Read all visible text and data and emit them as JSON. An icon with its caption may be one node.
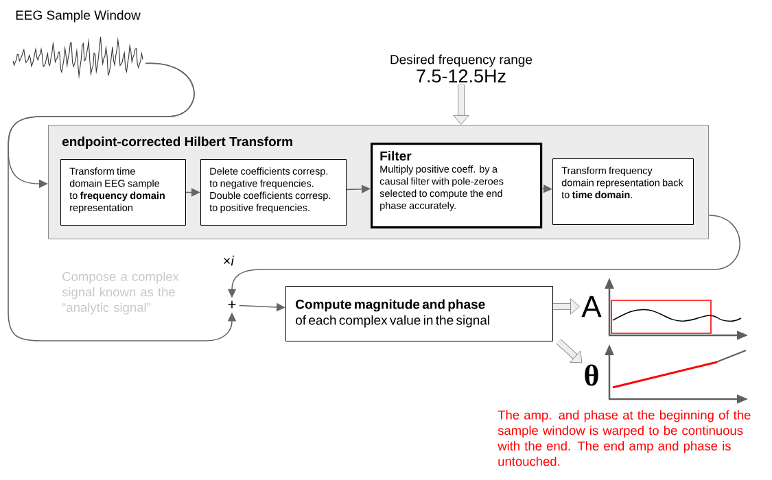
{
  "diagram": {
    "nodes": [
      {
        "text": [
          "EEG Sample Window"
        ]
      },
      {
        "text": [
          "Desired frequency range",
          "7.5-12.5Hz"
        ]
      },
      {
        "text": [
          "endpoint-corrected Hilbert Transform"
        ]
      },
      {
        "text": [
          "Transform time domain EEG sample to **frequency domain** representation"
        ],
        "in": 2
      },
      {
        "text": [
          "Delete coefficients corresp. to negative frequencies. Double coefficients corresp. to positive frequencies."
        ],
        "in": 2
      },
      {
        "text": [
          "Filter",
          "Multiply positive coeff. by a causal filter with pole-zeroes selected to compute the end phase accurately."
        ],
        "in": 2
      },
      {
        "text": [
          "Transform frequency domain representation back to **time domain**."
        ],
        "in": 2
      },
      {
        "text": [
          "+"
        ]
      },
      {
        "text": [
          "Compute magnitude and phase",
          "of each complex value in the signal"
        ]
      },
      {
        "text": [
          "A"
        ]
      },
      {
        "text": [
          "θ"
        ]
      }
    ],
    "edges": [
      {
        "from": 0,
        "to": 2,
        "arrow": "to"
      },
      {
        "from": 0,
        "to": 7,
        "arrow": "to"
      },
      {
        "from": 1,
        "to": 2,
        "arrow": "to",
        "style": "thick"
      },
      {
        "from": 3,
        "to": 4,
        "arrow": "to"
      },
      {
        "from": 4,
        "to": 5,
        "arrow": "to"
      },
      {
        "from": 5,
        "to": 6,
        "arrow": "to"
      },
      {
        "from": 2,
        "to": 7,
        "arrow": "to",
        "label": "×*i*"
      },
      {
        "from": 7,
        "to": 8,
        "arrow": "to"
      },
      {
        "from": 8,
        "to": 9,
        "arrow": "to",
        "style": "thick"
      },
      {
        "from": 8,
        "to": 10,
        "arrow": "to",
        "style": "thick"
      }
    ],
    "labels": [
      "Compose a complex signal known as the “analytic signal”",
      "The amp. and phase at the beginning of the sample window is warped to be continuous with the end. The end amp and phase is untouched."
    ]
  }
}
